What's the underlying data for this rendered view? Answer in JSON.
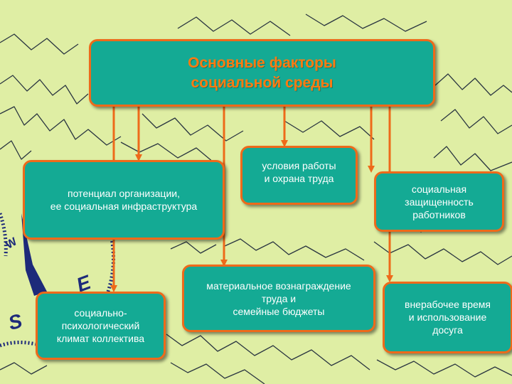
{
  "title": "Основные факторы\nсоциальной среды",
  "factors": [
    {
      "text": "потенциал организации,\nее социальная инфраструктура"
    },
    {
      "text": "условия работы\nи охрана труда"
    },
    {
      "text": "социальная\nзащищенность\nработников"
    },
    {
      "text": "социально-\nпсихологический\nклимат коллектива"
    },
    {
      "text": "материальное вознаграждение\nтруда и\nсемейные бюджеты"
    },
    {
      "text": "внерабочее время\nи использование\nдосуга"
    }
  ],
  "background_map": {
    "compass_letters": [
      "W",
      "E",
      "S"
    ]
  },
  "colors": {
    "background": "#dfeea4",
    "box_fill": "#14aa94",
    "box_border": "#ee6a1a",
    "title_text": "#ff7a10",
    "arrow": "#ee6a1a",
    "contour_lines": "#2a3540",
    "compass": "#1d2a7a"
  }
}
